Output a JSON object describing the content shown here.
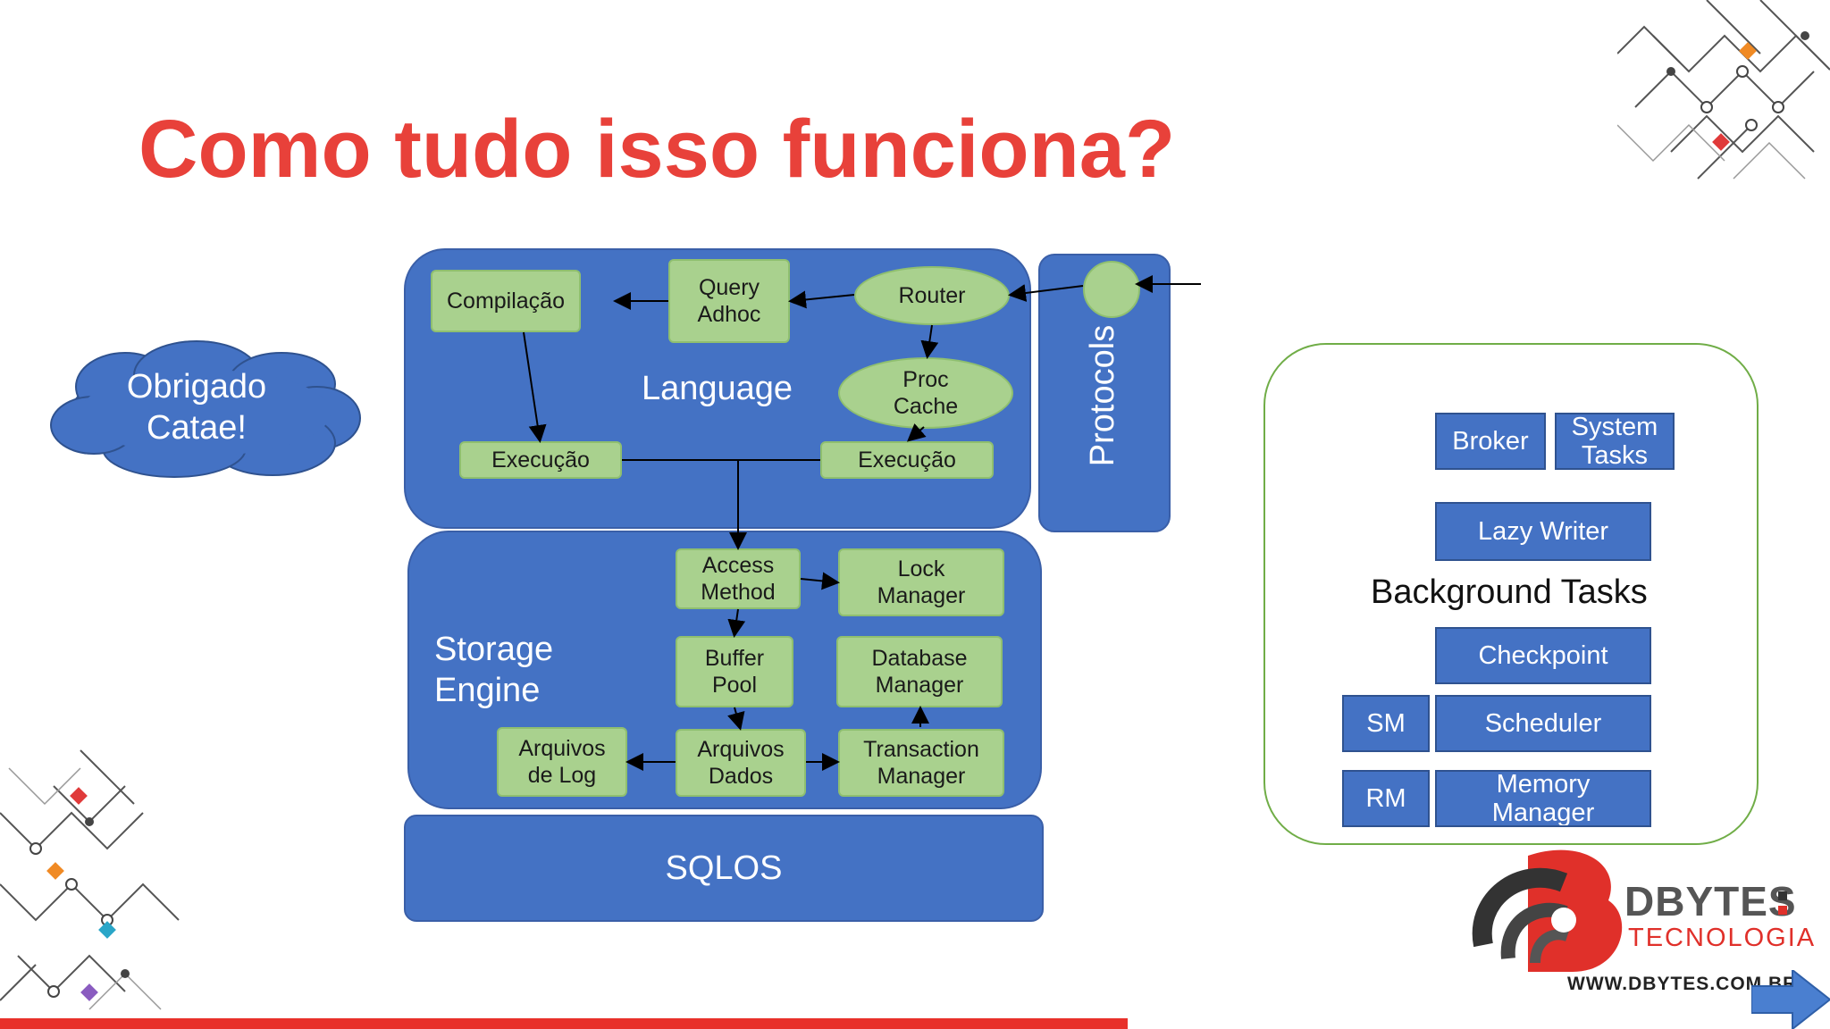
{
  "slide": {
    "title": "Como tudo isso funciona?",
    "cloud_text": "Obrigado\nCatae!",
    "colors": {
      "title": "#e8413a",
      "panel_blue": "#4472c4",
      "box_green": "#a9d18e",
      "accent_red": "#e8302a",
      "outline_green": "#70ad47"
    }
  },
  "language": {
    "label": "Language",
    "compilacao": "Compilação",
    "query_adhoc": "Query\nAdhoc",
    "router": "Router",
    "proc_cache": "Proc\nCache",
    "execucao_left": "Execução",
    "execucao_right": "Execução"
  },
  "protocols": {
    "label": "Protocols"
  },
  "storage": {
    "label": "Storage\nEngine",
    "access_method": "Access\nMethod",
    "lock_manager": "Lock\nManager",
    "buffer_pool": "Buffer\nPool",
    "database_manager": "Database\nManager",
    "arquivos_log": "Arquivos\nde Log",
    "arquivos_dados": "Arquivos\nDados",
    "transaction_manager": "Transaction\nManager"
  },
  "sqlos": {
    "label": "SQLOS"
  },
  "background": {
    "label": "Background Tasks",
    "broker": "Broker",
    "system_tasks": "System\nTasks",
    "lazy_writer": "Lazy Writer",
    "checkpoint": "Checkpoint",
    "sm": "SM",
    "scheduler": "Scheduler",
    "rm": "RM",
    "memory_manager": "Memory\nManager"
  },
  "logo": {
    "brand": "DBYTES",
    "subtitle": "TECNOLOGIA",
    "url": "WWW.DBYTES.COM.BR"
  }
}
